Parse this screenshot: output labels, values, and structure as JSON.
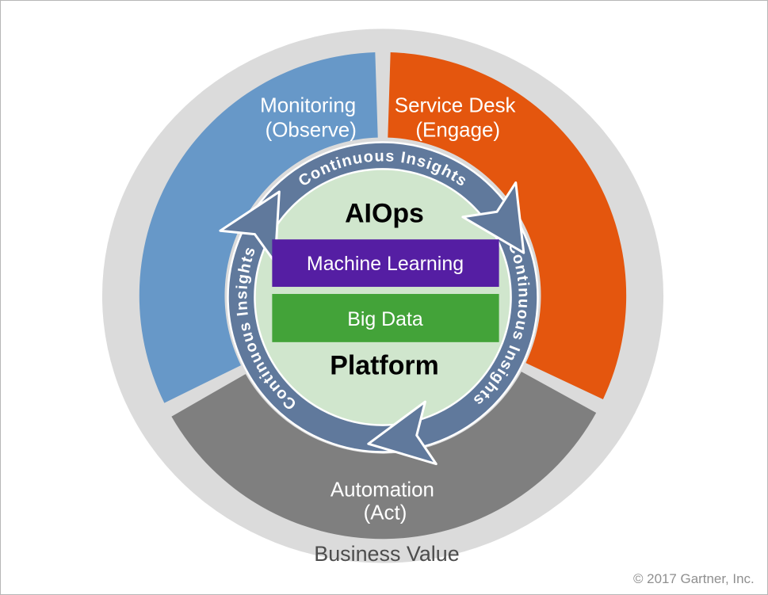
{
  "diagram": {
    "outer": {
      "label": "Business Value",
      "color": "#DBDBDB",
      "label_color": "#4D4D4D"
    },
    "segments": [
      {
        "name": "monitoring",
        "label": "Monitoring",
        "sublabel": "(Observe)",
        "color": "#6798C8"
      },
      {
        "name": "service-desk",
        "label": "Service Desk",
        "sublabel": "(Engage)",
        "color": "#E4560E"
      },
      {
        "name": "automation",
        "label": "Automation",
        "sublabel": "(Act)",
        "color": "#7F7F7F"
      }
    ],
    "ring": {
      "label": "Continuous Insights",
      "repeat": 3,
      "color": "#60799C",
      "text_color": "#FFFFFF",
      "direction": "clockwise"
    },
    "center": {
      "title_top": "AIOps",
      "title_bottom": "Platform",
      "circle_color": "#D0E6CD",
      "boxes": [
        {
          "label": "Machine Learning",
          "color": "#551EA3"
        },
        {
          "label": "Big Data",
          "color": "#43A339"
        }
      ]
    }
  },
  "footer": {
    "copyright": "© 2017 Gartner, Inc."
  }
}
